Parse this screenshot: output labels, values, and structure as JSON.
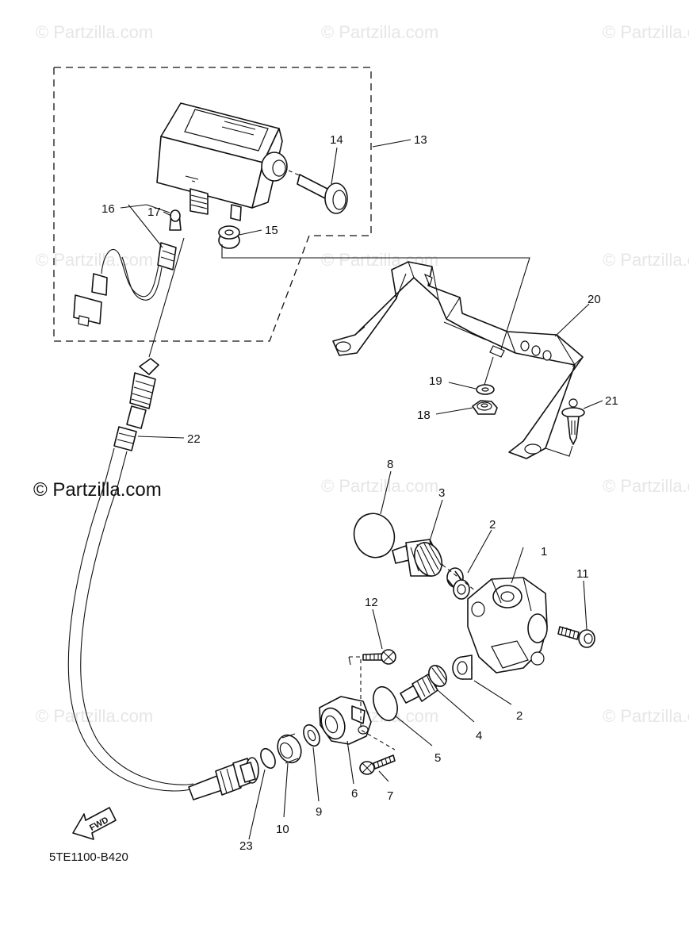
{
  "watermark_text": "© Partzilla.com",
  "main_watermark": "© Partzilla.com",
  "diagram_code": "5TE1100-B420",
  "fwd_label": "FWD",
  "callouts": [
    {
      "id": "c1",
      "text": "1"
    },
    {
      "id": "c2a",
      "text": "2"
    },
    {
      "id": "c2b",
      "text": "2"
    },
    {
      "id": "c3",
      "text": "3"
    },
    {
      "id": "c4",
      "text": "4"
    },
    {
      "id": "c5",
      "text": "5"
    },
    {
      "id": "c6",
      "text": "6"
    },
    {
      "id": "c7",
      "text": "7"
    },
    {
      "id": "c8",
      "text": "8"
    },
    {
      "id": "c9",
      "text": "9"
    },
    {
      "id": "c10",
      "text": "10"
    },
    {
      "id": "c11",
      "text": "11"
    },
    {
      "id": "c12",
      "text": "12"
    },
    {
      "id": "c13",
      "text": "13"
    },
    {
      "id": "c14",
      "text": "14"
    },
    {
      "id": "c15",
      "text": "15"
    },
    {
      "id": "c16",
      "text": "16"
    },
    {
      "id": "c17",
      "text": "17"
    },
    {
      "id": "c18",
      "text": "18"
    },
    {
      "id": "c19",
      "text": "19"
    },
    {
      "id": "c20",
      "text": "20"
    },
    {
      "id": "c21",
      "text": "21"
    },
    {
      "id": "c22",
      "text": "22"
    },
    {
      "id": "c23",
      "text": "23"
    }
  ]
}
